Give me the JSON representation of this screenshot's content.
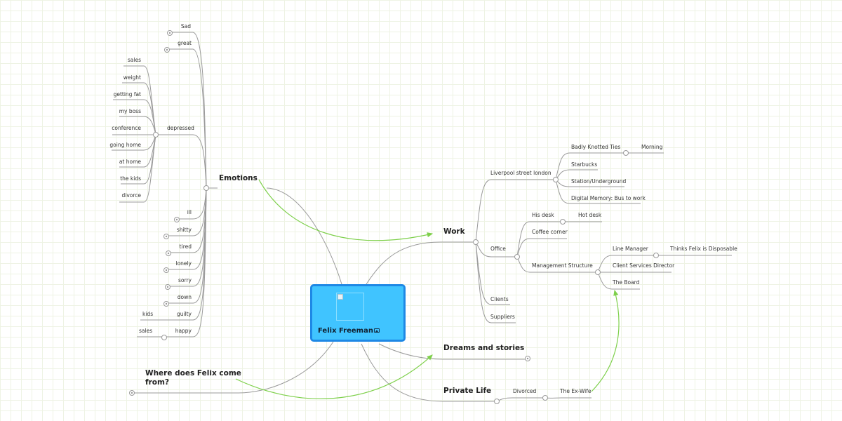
{
  "central": {
    "title": "Felix Freeman",
    "image_icon": "image-icon"
  },
  "colors": {
    "central_fill": "#40c4ff",
    "central_border": "#1e88e5",
    "line": "#9a9a9a",
    "relation": "#7ed04b",
    "grid": "#eef3e4"
  },
  "main_topics": {
    "emotions": "Emotions",
    "work": "Work",
    "dreams": "Dreams and stories",
    "private": "Private Life",
    "where_from": "Where does Felix come from?"
  },
  "emotions": {
    "sad": "Sad",
    "great": "great",
    "depressed": "depressed",
    "depressed_children": [
      "sales",
      "weight",
      "getting fat",
      "my boss",
      "conference",
      "going home",
      "at home",
      "the kids",
      "divorce"
    ],
    "ill": "ill",
    "shitty": "shitty",
    "tired": "tired",
    "lonely": "lonely",
    "sorry": "sorry",
    "down": "down",
    "guilty": "guilty",
    "guilty_child": "kids",
    "happy": "happy",
    "happy_child": "sales"
  },
  "work": {
    "liverpool": "Liverpool street london",
    "ties": "Badly Knotted Ties",
    "morning": "Morning",
    "starbucks": "Starbucks",
    "station": "Station/Underground",
    "digital": "Digital Memory: Bus to work",
    "office": "Office",
    "his_desk": "His desk",
    "hot_desk": "Hot desk",
    "coffee": "Coffee corner",
    "mgmt": "Management Structure",
    "line_manager": "Line Manager",
    "thinks": "Thinks Felix is Disposable",
    "csd": "Client Services Director",
    "board": "The Board",
    "clients": "Clients",
    "suppliers": "Suppliers"
  },
  "private": {
    "divorced": "Divorced",
    "ex_wife": "The Ex-Wife"
  }
}
